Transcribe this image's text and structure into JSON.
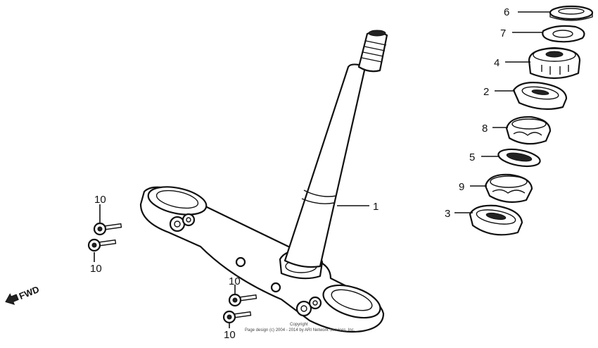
{
  "callouts": {
    "c1": "1",
    "c2": "2",
    "c3": "3",
    "c4": "4",
    "c5": "5",
    "c6": "6",
    "c7": "7",
    "c8": "8",
    "c9": "9",
    "c10a": "10",
    "c10b": "10",
    "c10c": "10",
    "c10d": "10"
  },
  "direction_label": "FWD",
  "copyright": {
    "line1": "Copyright",
    "line2": "Page design (c) 2004 - 2014 by ARI Network Services, Inc."
  }
}
